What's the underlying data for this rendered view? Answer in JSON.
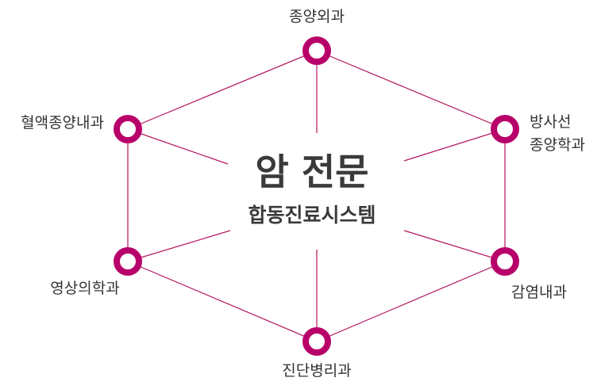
{
  "center": {
    "title": "암 전문",
    "subtitle": "합동진료시스템"
  },
  "departments": {
    "top": "종양외과",
    "upper_left": "혈액종양내과",
    "upper_right_line1": "방사선",
    "upper_right_line2": "종양학과",
    "lower_left": "영상의학과",
    "lower_right": "감염내과",
    "bottom": "진단병리과"
  },
  "colors": {
    "accent": "#b8006a",
    "line": "#b3165f",
    "text": "#333333"
  }
}
